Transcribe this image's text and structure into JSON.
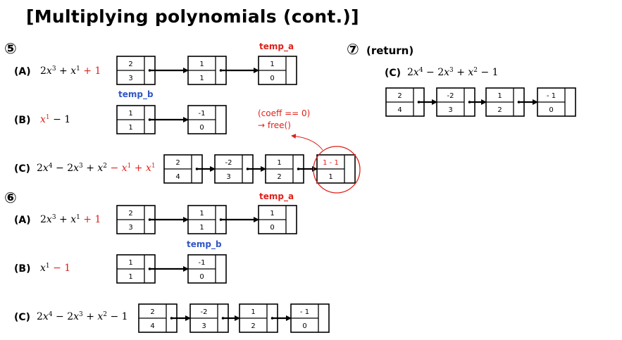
{
  "title": "[Multiplying polynomials (cont.)]",
  "sections": {
    "s5": {
      "marker": "⑤",
      "rows": [
        {
          "label": "(A)",
          "nodes": [
            {
              "coef": "2",
              "exp": "3"
            },
            {
              "coef": "1",
              "exp": "1"
            },
            {
              "coef": "1",
              "exp": "0"
            }
          ]
        },
        {
          "label": "(B)",
          "nodes": [
            {
              "coef": "1",
              "exp": "1"
            },
            {
              "coef": "-1",
              "exp": "0"
            }
          ]
        },
        {
          "label": "(C)",
          "nodes": [
            {
              "coef": "2",
              "exp": "4"
            },
            {
              "coef": "-2",
              "exp": "3"
            },
            {
              "coef": "1",
              "exp": "2"
            },
            {
              "coef": "1 - 1",
              "exp": "1"
            }
          ]
        }
      ],
      "temp_a": "temp_a",
      "temp_b": "temp_b",
      "note_line1": "(coeff == 0)",
      "note_line2": "→ free()"
    },
    "s6": {
      "marker": "⑥",
      "rows": [
        {
          "label": "(A)",
          "nodes": [
            {
              "coef": "2",
              "exp": "3"
            },
            {
              "coef": "1",
              "exp": "1"
            },
            {
              "coef": "1",
              "exp": "0"
            }
          ]
        },
        {
          "label": "(B)",
          "nodes": [
            {
              "coef": "1",
              "exp": "1"
            },
            {
              "coef": "-1",
              "exp": "0"
            }
          ]
        },
        {
          "label": "(C)",
          "nodes": [
            {
              "coef": "2",
              "exp": "4"
            },
            {
              "coef": "-2",
              "exp": "3"
            },
            {
              "coef": "1",
              "exp": "2"
            },
            {
              "coef": "- 1",
              "exp": "0"
            }
          ]
        }
      ],
      "temp_a": "temp_a",
      "temp_b": "temp_b"
    },
    "s7": {
      "marker": "⑦",
      "return_label": "(return)",
      "rows": [
        {
          "label": "(C)",
          "nodes": [
            {
              "coef": "2",
              "exp": "4"
            },
            {
              "coef": "-2",
              "exp": "3"
            },
            {
              "coef": "1",
              "exp": "2"
            },
            {
              "coef": "- 1",
              "exp": "0"
            }
          ]
        }
      ]
    }
  },
  "colors": {
    "highlight_red": "#e0201a",
    "pointer_blue": "#2f56c6"
  }
}
